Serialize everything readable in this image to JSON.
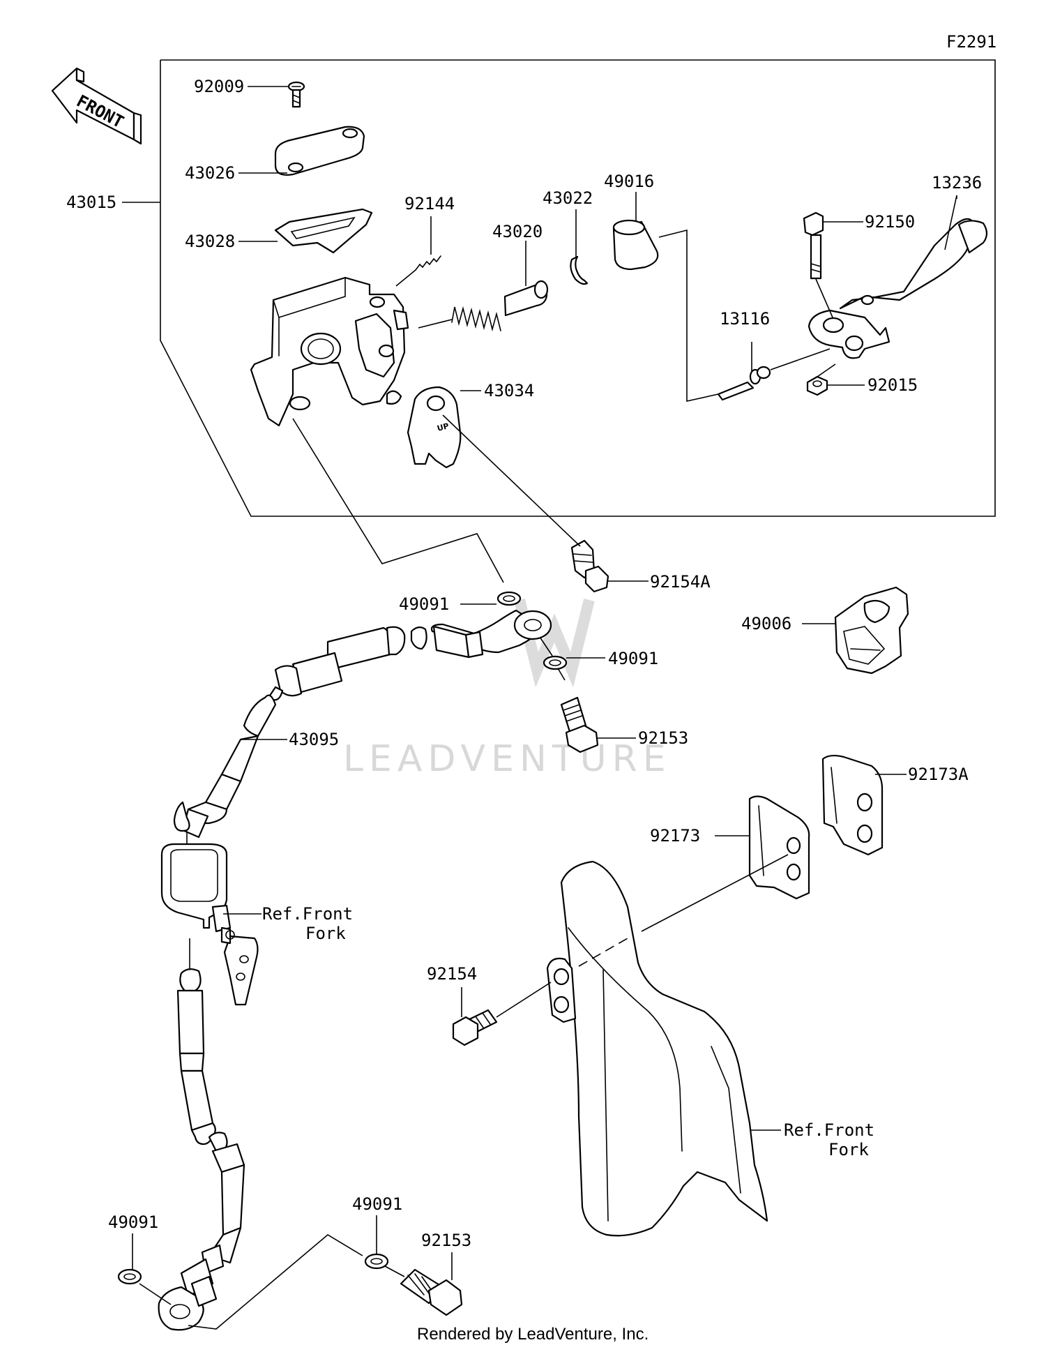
{
  "figure_code": "F2291",
  "front_label": "FRONT",
  "watermark": "LEADVENTURE",
  "credit": "Rendered by LeadVenture, Inc.",
  "callouts": {
    "c92009": "92009",
    "c43026": "43026",
    "c43015": "43015",
    "c43028": "43028",
    "c92144": "92144",
    "c43020": "43020",
    "c43022": "43022",
    "c49016": "49016",
    "c13236": "13236",
    "c92150": "92150",
    "c13116": "13116",
    "c92015": "92015",
    "c43034": "43034",
    "c92154A": "92154A",
    "c49091a": "49091",
    "c49091b": "49091",
    "c49006": "49006",
    "c92153a": "92153",
    "c43095": "43095",
    "c92173A": "92173A",
    "c92173": "92173",
    "c92154": "92154",
    "c49091c": "49091",
    "c49091d": "49091",
    "c92153b": "92153"
  },
  "refs": {
    "fork1_line1": "Ref.Front",
    "fork1_line2": "Fork",
    "fork2_line1": "Ref.Front",
    "fork2_line2": "Fork"
  }
}
